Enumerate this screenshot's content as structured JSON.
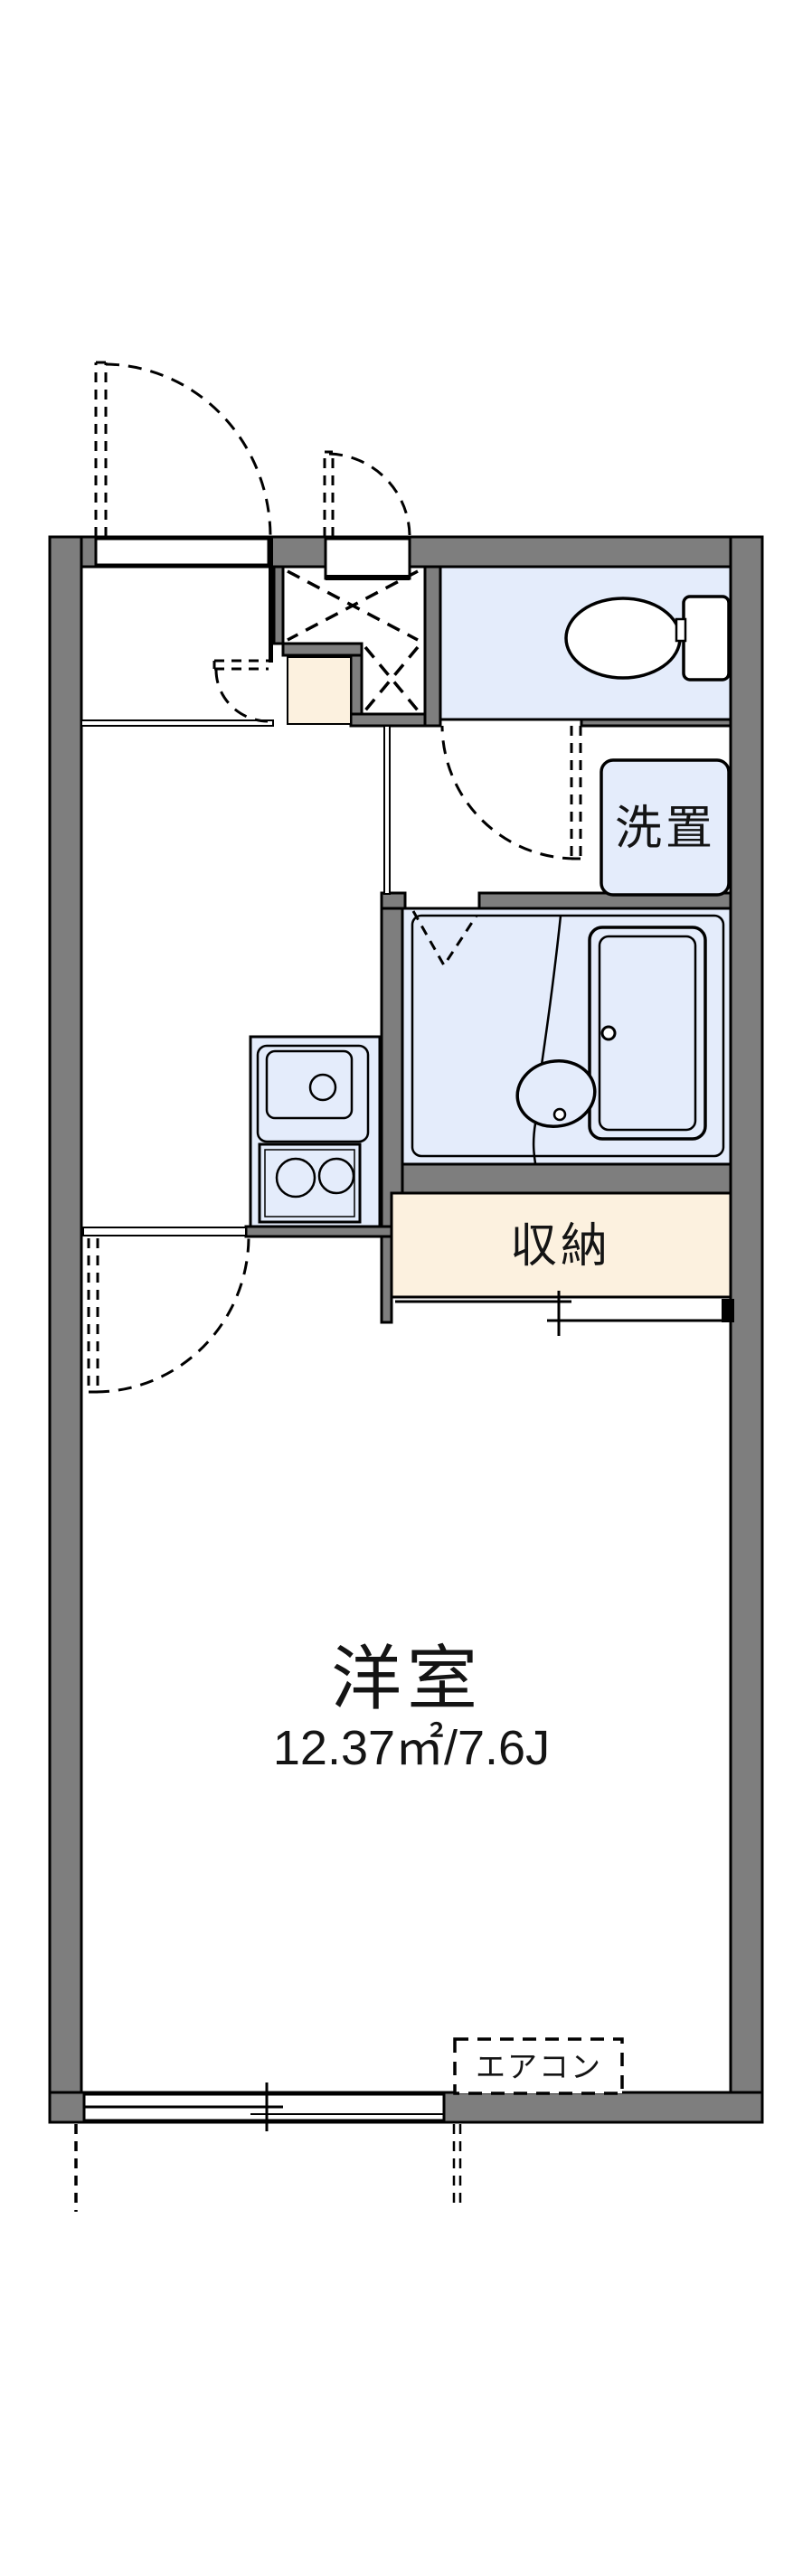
{
  "plan": {
    "labels": {
      "main_room": "洋室",
      "main_room_size": "12.37㎡/7.6J",
      "closet": "収納",
      "washing_machine": "洗置",
      "air_conditioner": "エアコン"
    },
    "colors": {
      "wall_gray": "#7e7e7e",
      "wet_area_blue": "#e4ecfb",
      "step_cream": "#fcf1df",
      "outline_black": "#000000"
    }
  }
}
